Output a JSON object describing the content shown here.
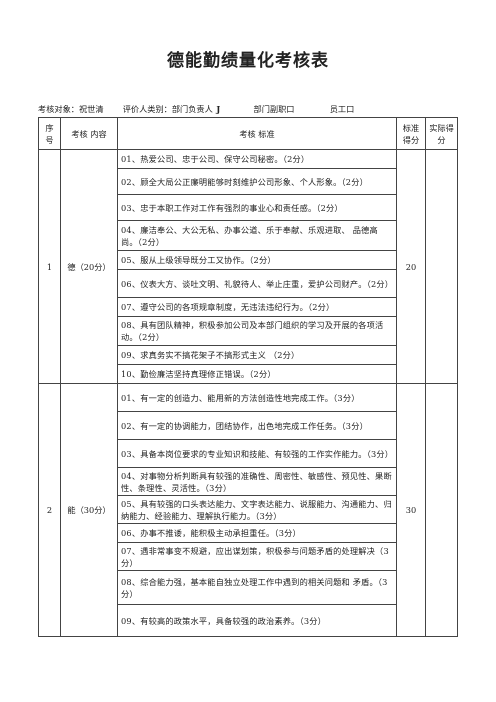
{
  "title": "德能勤绩量化考核表",
  "meta": {
    "target": "考核对象：祝世清",
    "category": "评价人类别：部门负责人",
    "check_mark": "J",
    "deputy": "部门副职口",
    "staff": "员工口"
  },
  "headers": {
    "seq": "序号",
    "content": "考核 内容",
    "criteria": "考核 标准",
    "std_score": "标准得分",
    "actual_score": "实际得分"
  },
  "sections": [
    {
      "seq": "1",
      "name": "德（20分）",
      "score": "20",
      "items": [
        "01、热爱公司、忠于公司、保守公司秘密。（2分）",
        "02、顾全大局公正廉明能够时刻维护公司形象、个人形象。（2分）",
        "03、忠于本职工作对工作有强烈的事业心和责任感。（2分）",
        "04、廉洁奉公、大公无私、办事公道、乐于奉献、乐观进取、 品德高尚。（2分）",
        "05、服从上级领导既分工又协作。（2分）",
        "06、仪表大方、谈吐文明、礼貌待人、举止庄重，爱护公司财产。（2分）",
        "07、遵守公司的各项规章制度，无违法违纪行为。（2分）",
        "08、具有团队精神，积极参加公司及本部门组织的学习及开展的各项活动。（2分）",
        "09、求真务实不搞花架子不搞形式主义 （2分）",
        "10、勤俭廉洁坚持真理修正错误。（2分）"
      ]
    },
    {
      "seq": "2",
      "name": "能（30分）",
      "score": "30",
      "items": [
        "01、有一定的创造力、能用新的方法创造性地完成工作。（3分）",
        "02、有一定的协调能力，团结协作，出色地完成工作任务。（3分）",
        "03、具备本岗位要求的专业知识和技能、有较强的工作实作能力。（3分）",
        "04、对事物分析判断具有较强的准确性、周密性、敏感性、预见性、果断性、条理性、灵活性。（3分）",
        "05、具有较强的口头表达能力、文字表达能力、说服能力、沟通能力、归纳能力、经验能力、理解执行能力。（3分）",
        "06、办事不推诿，能积极主动承担重任。（3分）",
        "07、遇非常事变不规避，应出谋划策，积极参与问题矛盾的处理解决（3分）",
        "08、综合能力强，基本能自独立处理工作中遇到的相关问题和 矛盾。（3分）",
        "09、有较高的政策水平，具备较强的政治素养。（3分）"
      ]
    }
  ]
}
